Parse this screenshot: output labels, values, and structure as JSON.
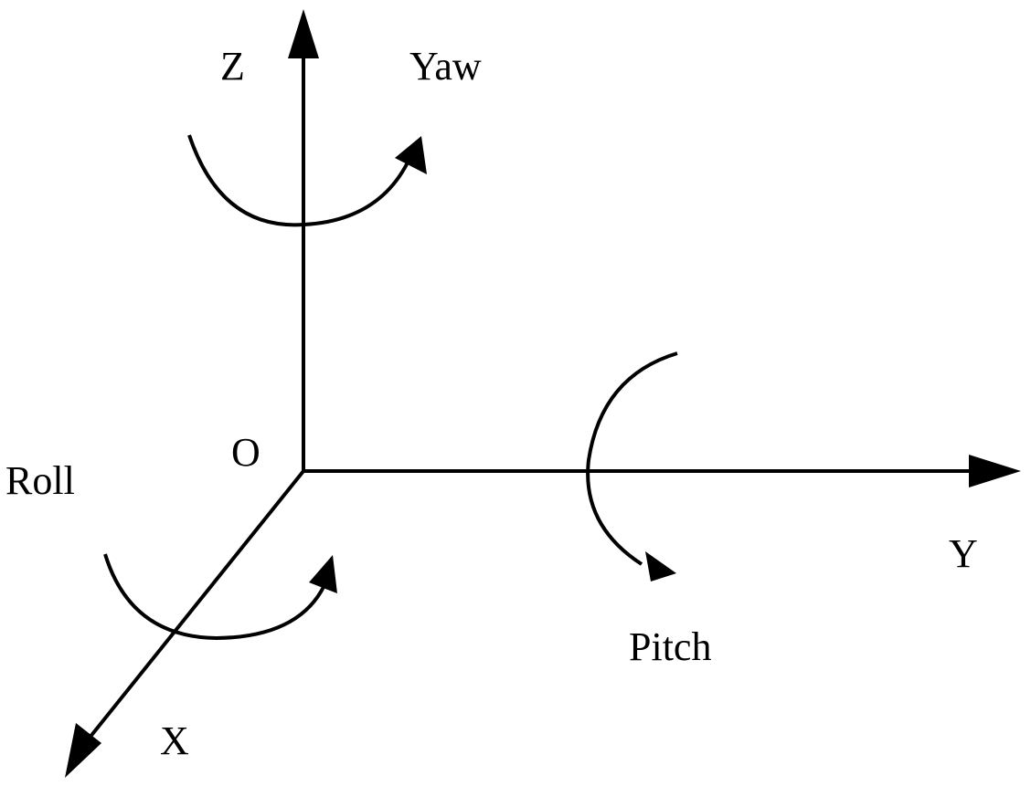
{
  "labels": {
    "z_axis": "Z",
    "y_axis": "Y",
    "x_axis": "X",
    "origin": "O",
    "yaw": "Yaw",
    "pitch": "Pitch",
    "roll": "Roll"
  },
  "colors": {
    "stroke": "#000000",
    "background": "#ffffff"
  }
}
